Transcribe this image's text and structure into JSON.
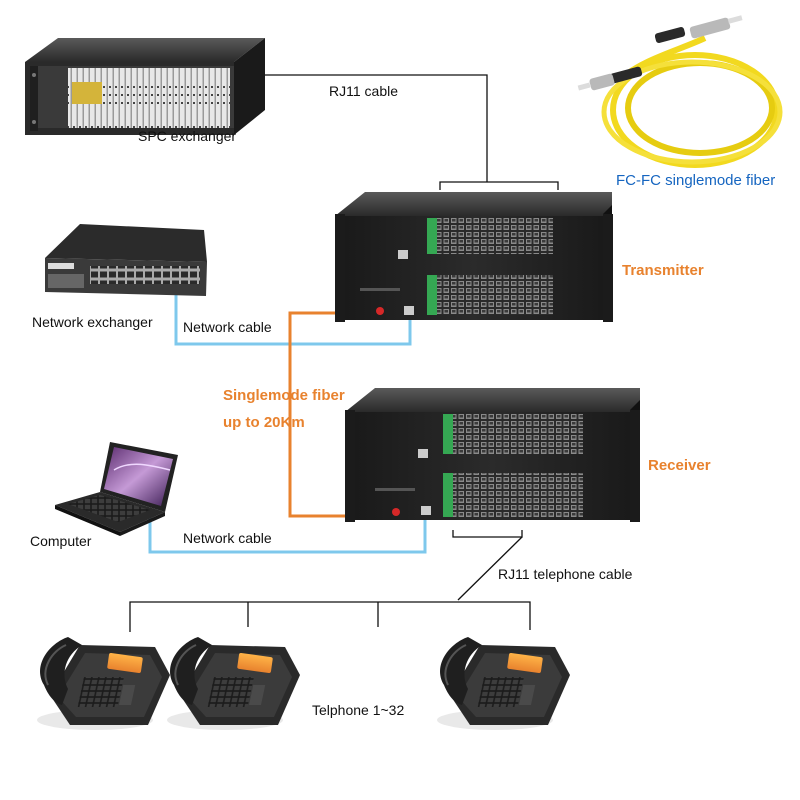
{
  "labels": {
    "spc_exchanger": "SPC exchanger",
    "rj11_cable": "RJ11 cable",
    "fiber_patch": "FC-FC singlemode fiber",
    "transmitter": "Transmitter",
    "network_exchanger": "Network exchanger",
    "network_cable_top": "Network cable",
    "singlemode_fiber": "Singlemode fiber",
    "up_to_20km": "up to 20Km",
    "receiver": "Receiver",
    "computer": "Computer",
    "network_cable_bottom": "Network cable",
    "rj11_telephone_cable": "RJ11 telephone cable",
    "telephone_range": "Telphone 1~32"
  },
  "colors": {
    "fiber_orange": "#e8822e",
    "network_blue": "#7ec8ec",
    "label_orange": "#e8822e",
    "label_blue": "#1565c0",
    "rack_black": "#1d1d1d",
    "fiber_yellow": "#f2d91f"
  },
  "icons": {
    "spc": "spc-exchanger-icon",
    "switch": "network-switch-icon",
    "laptop": "laptop-icon",
    "transmitter": "transmitter-chassis-icon",
    "receiver": "receiver-chassis-icon",
    "fiber": "fiber-patch-cord-icon",
    "phone": "telephone-icon"
  }
}
